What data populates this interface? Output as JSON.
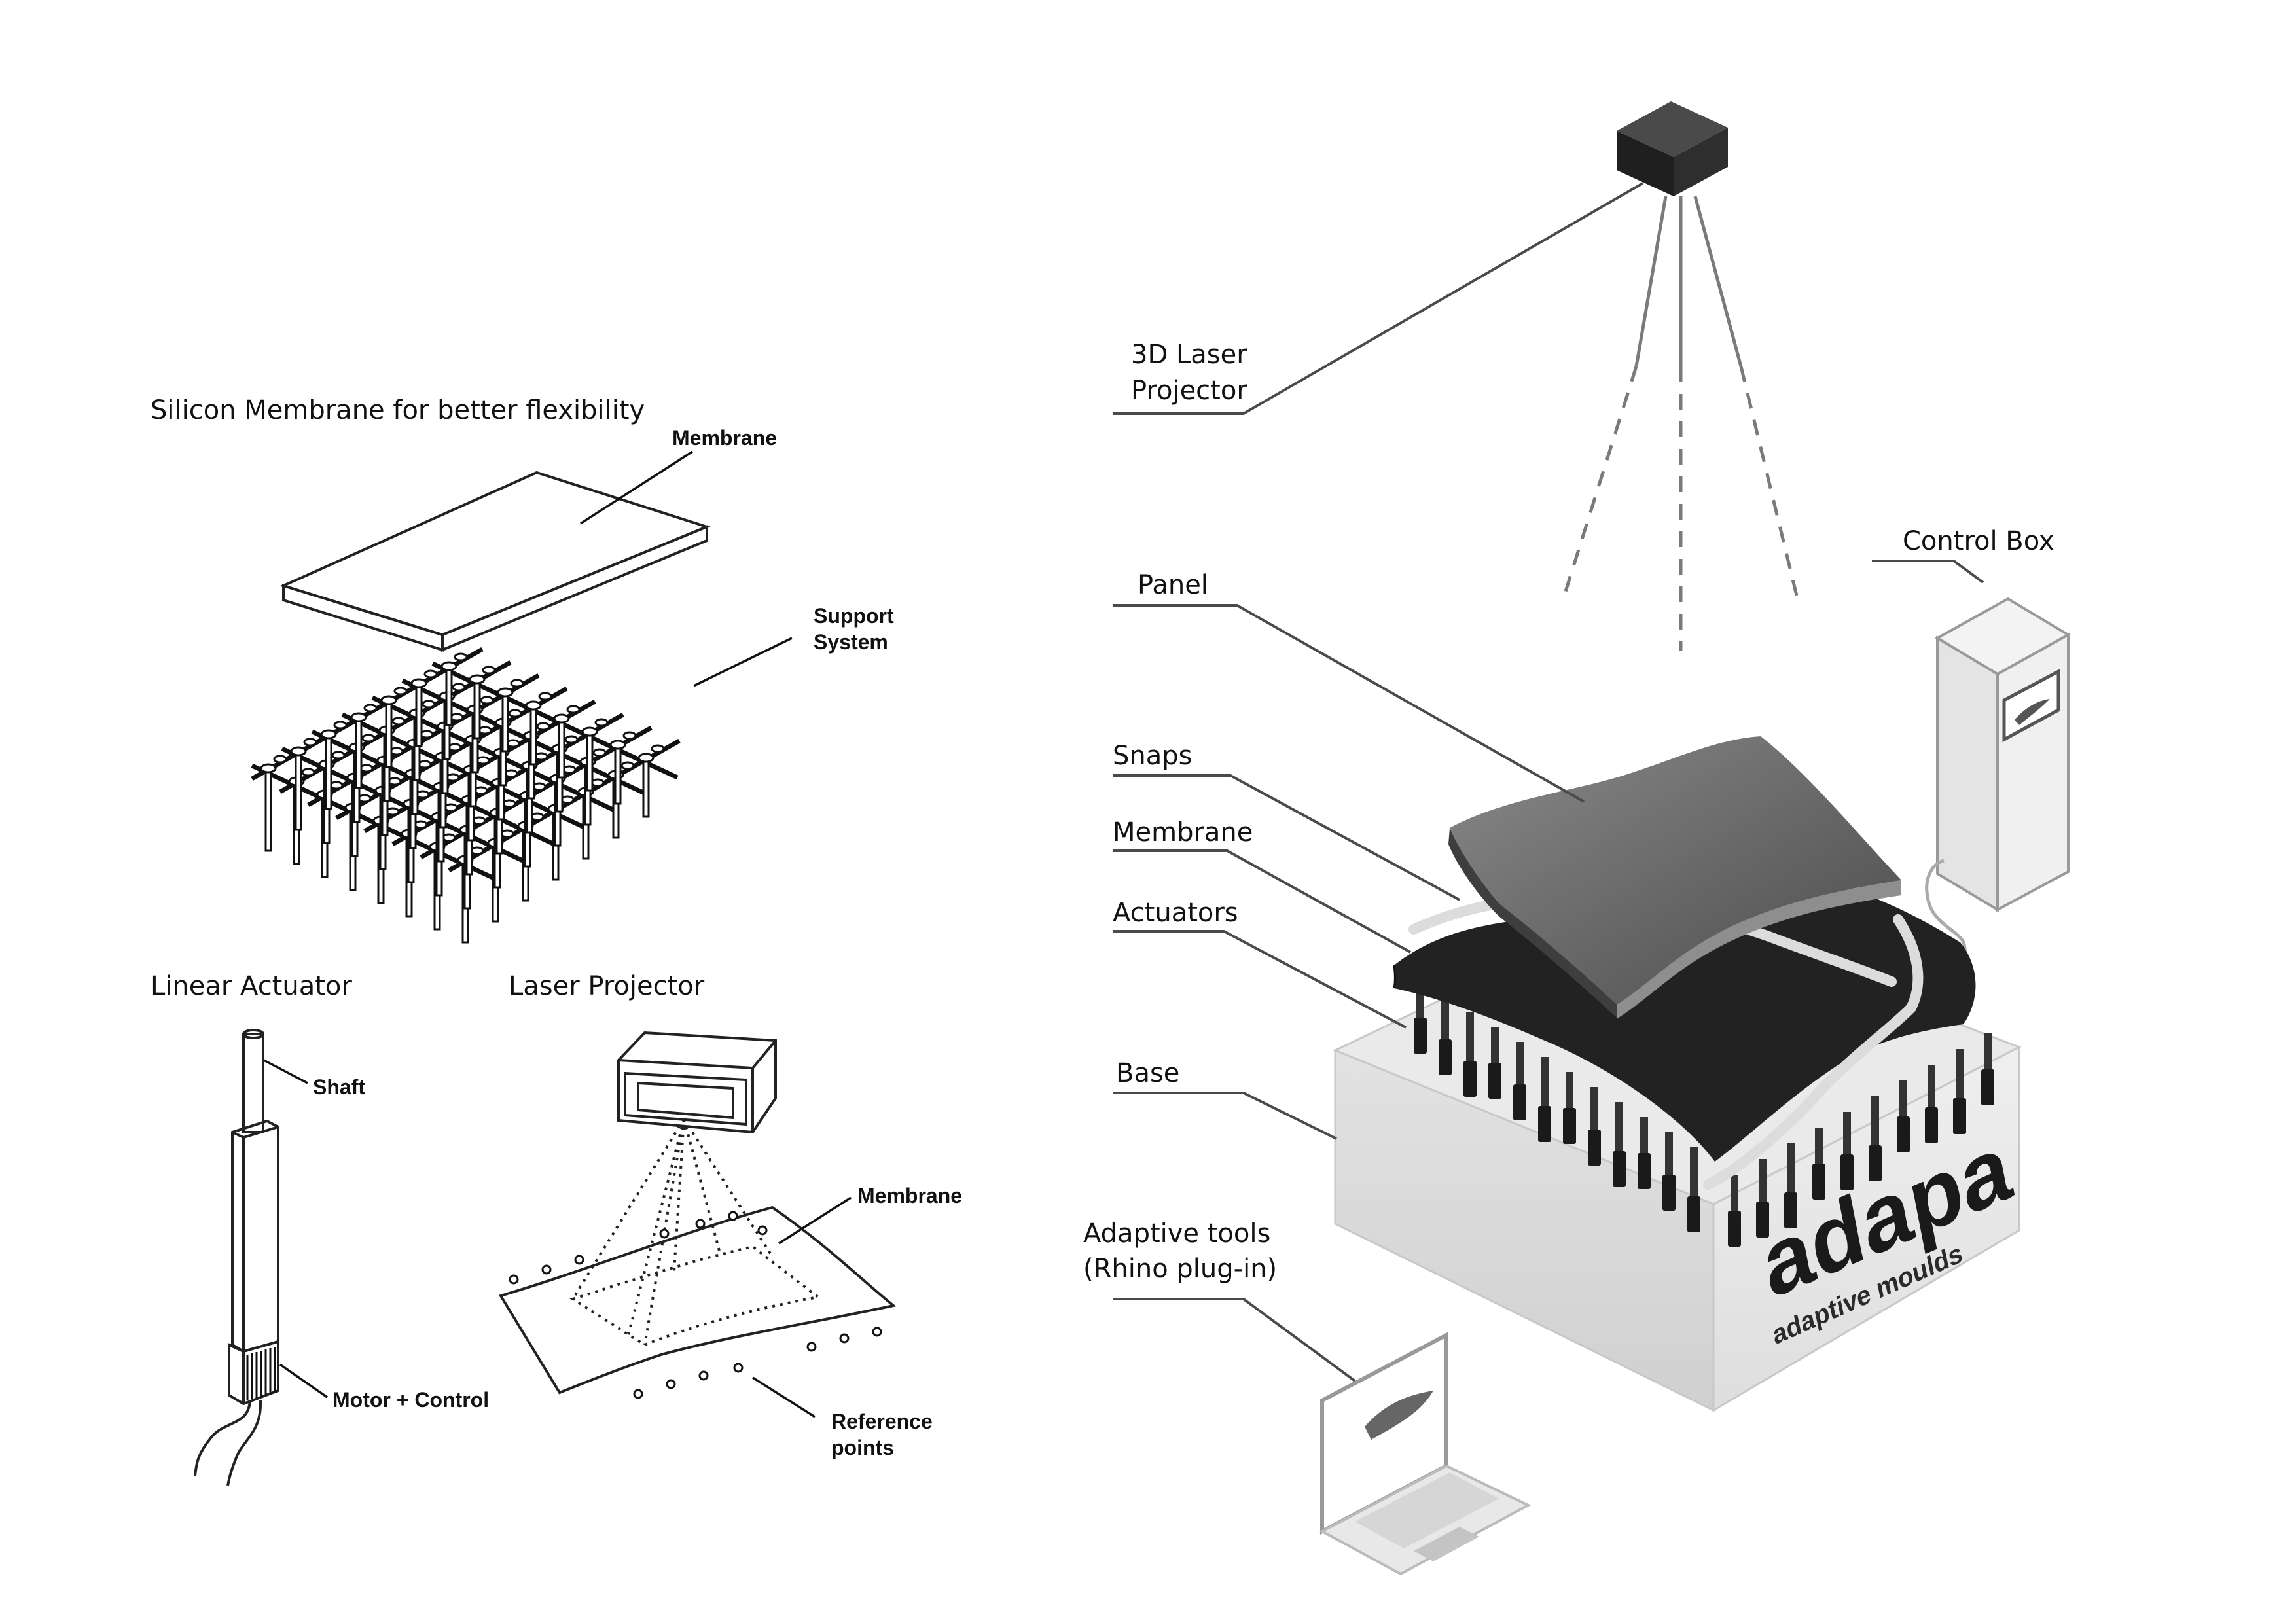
{
  "labels": {
    "silicon_title": "Silicon Membrane for better flexibility",
    "membrane_top": "Membrane",
    "support_line1": "Support",
    "support_line2": "System",
    "linear_actuator": "Linear Actuator",
    "shaft": "Shaft",
    "motor_control": "Motor + Control",
    "laser_projector": "Laser Projector",
    "membrane_laser": "Membrane",
    "reference_line1": "Reference",
    "reference_line2": "points",
    "laser3d_line1": "3D Laser",
    "laser3d_line2": "Projector",
    "control_box": "Control Box",
    "panel": "Panel",
    "snaps": "Snaps",
    "membrane_right": "Membrane",
    "actuators": "Actuators",
    "base": "Base",
    "adaptive_line1": "Adaptive tools",
    "adaptive_line2": "(Rhino plug-in)"
  },
  "brand": {
    "logo": "adapa",
    "tagline": "adaptive moulds"
  },
  "colors": {
    "ink": "#111111",
    "leader": "#4a4a4a",
    "panel_top": "#6e6e6e",
    "panel_dark": "#3a3a3a",
    "membrane": "#262626",
    "snap": "#d8d8d8",
    "base_top": "#ebebeb",
    "base_left": "#dcdcdc",
    "base_right": "#e6e6e6",
    "projector": "#252525"
  }
}
